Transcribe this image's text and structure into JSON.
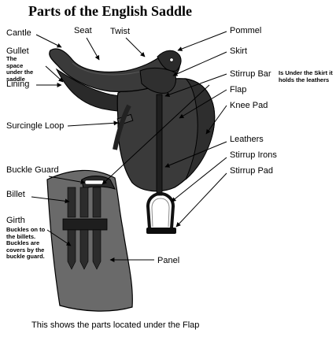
{
  "title": "Parts of the English Saddle",
  "caption": "This shows the parts located under the Flap",
  "labels": {
    "cantle": "Cantle",
    "seat": "Seat",
    "twist": "Twist",
    "pommel": "Pommel",
    "skirt": "Skirt",
    "gullet": "Gullet",
    "gullet_note": "The space under the saddle",
    "lining": "Lining",
    "stirrup_bar": "Stirrup Bar",
    "stirrup_bar_note": "Is Under the Skirt it holds the leathers",
    "flap": "Flap",
    "knee_pad": "Knee Pad",
    "surcingle_loop": "Surcingle Loop",
    "leathers": "Leathers",
    "stirrup_irons": "Stirrup Irons",
    "stirrup_pad": "Stirrup Pad",
    "buckle_guard": "Buckle Guard",
    "billet": "Billet",
    "girth": "Girth",
    "girth_note": "Buckles on to the billets. Buckles are covers by the buckle guard.",
    "panel": "Panel"
  },
  "colors": {
    "saddle": "#3a3a3a",
    "saddle_dark": "#1e1e1e",
    "panel": "#6a6a6a",
    "billet": "#2c2c2c",
    "line": "#000000"
  }
}
